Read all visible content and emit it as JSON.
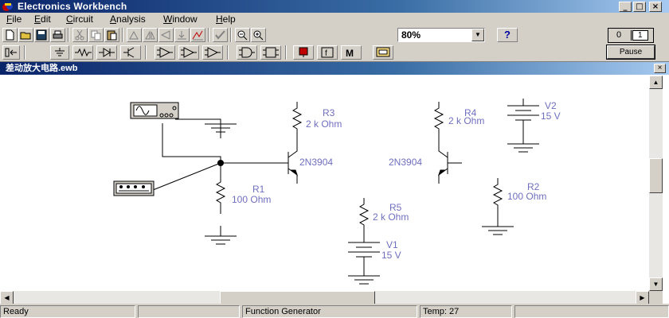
{
  "app": {
    "title": "Electronics Workbench",
    "window_buttons": [
      "_",
      "□",
      "×"
    ]
  },
  "menu": [
    {
      "label": "File",
      "key": "F",
      "rest": "ile"
    },
    {
      "label": "Edit",
      "key": "E",
      "rest": "dit"
    },
    {
      "label": "Circuit",
      "key": "C",
      "rest": "ircuit"
    },
    {
      "label": "Analysis",
      "key": "A",
      "rest": "nalysis"
    },
    {
      "label": "Window",
      "key": "W",
      "rest": "indow"
    },
    {
      "label": "Help",
      "key": "H",
      "rest": "elp"
    }
  ],
  "toolbar": {
    "zoom_value": "80%",
    "help_label": "?",
    "power_switch_labels": [
      "0",
      "1"
    ],
    "pause_label": "Pause"
  },
  "document": {
    "title": "差动放大电路.ewb",
    "close_label": "×"
  },
  "schematic": {
    "components": {
      "R1": {
        "name": "R1",
        "value": "100  Ohm"
      },
      "R2": {
        "name": "R2",
        "value": "100  Ohm"
      },
      "R3": {
        "name": "R3",
        "value": "2 k Ohm"
      },
      "R4": {
        "name": "R4",
        "value": "2 k Ohm"
      },
      "R5": {
        "name": "R5",
        "value": "2 k Ohm"
      },
      "Q1": {
        "name": "2N3904"
      },
      "Q2": {
        "name": "2N3904"
      },
      "V1": {
        "name": "V1",
        "value": "15 V"
      },
      "V2": {
        "name": "V2",
        "value": "15 V"
      }
    },
    "label_color": "#6f6fbf"
  },
  "statusbar": {
    "status": "Ready",
    "instrument": "Function Generator",
    "temperature": "Temp:  27"
  }
}
